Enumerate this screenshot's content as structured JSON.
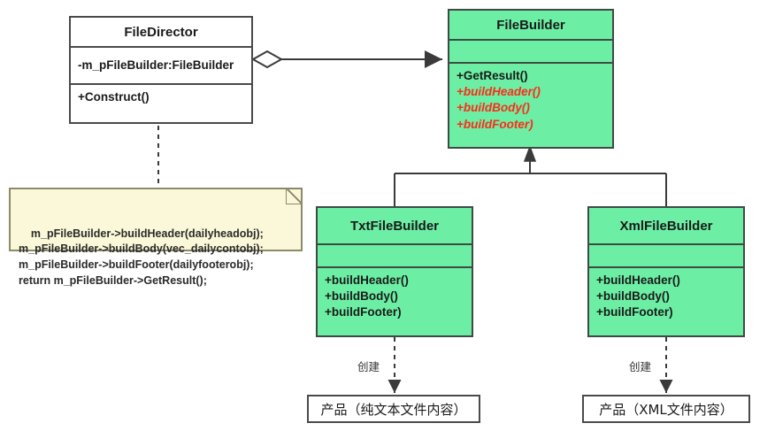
{
  "diagram": {
    "type": "uml-class-diagram",
    "title": "Builder pattern file builder class diagram",
    "background_color": "#ffffff",
    "colors": {
      "concrete_fill": "#6CEFA4",
      "abstract_method": "#FF2A18",
      "note_fill": "#FAF8D8",
      "note_border": "#8d8a6a",
      "line": "#4a4a4a"
    }
  },
  "classes": {
    "file_director": {
      "name": "FileDirector",
      "attributes": [
        "-m_pFileBuilder:FileBuilder"
      ],
      "operations": [
        {
          "text": "+Construct()",
          "abstract": false
        }
      ]
    },
    "file_builder": {
      "name": "FileBuilder",
      "attributes": [],
      "operations": [
        {
          "text": "+GetResult()",
          "abstract": false
        },
        {
          "text": "+buildHeader()",
          "abstract": true
        },
        {
          "text": "+buildBody()",
          "abstract": true
        },
        {
          "text": "+buildFooter)",
          "abstract": true
        }
      ]
    },
    "txt_file_builder": {
      "name": "TxtFileBuilder",
      "attributes": [],
      "operations": [
        {
          "text": "+buildHeader()",
          "abstract": false
        },
        {
          "text": "+buildBody()",
          "abstract": false
        },
        {
          "text": "+buildFooter)",
          "abstract": false
        }
      ]
    },
    "xml_file_builder": {
      "name": "XmlFileBuilder",
      "attributes": [],
      "operations": [
        {
          "text": "+buildHeader()",
          "abstract": false
        },
        {
          "text": "+buildBody()",
          "abstract": false
        },
        {
          "text": "+buildFooter)",
          "abstract": false
        }
      ]
    }
  },
  "note": {
    "lines": "m_pFileBuilder->buildHeader(dailyheadobj);\nm_pFileBuilder->buildBody(vec_dailycontobj);\nm_pFileBuilder->buildFooter(dailyfooterobj);\nreturn m_pFileBuilder->GetResult();"
  },
  "products": {
    "txt_product": "产品（纯文本文件内容）",
    "xml_product": "产品（XML文件内容）"
  },
  "edge_labels": {
    "txt_create": "创建",
    "xml_create": "创建"
  }
}
